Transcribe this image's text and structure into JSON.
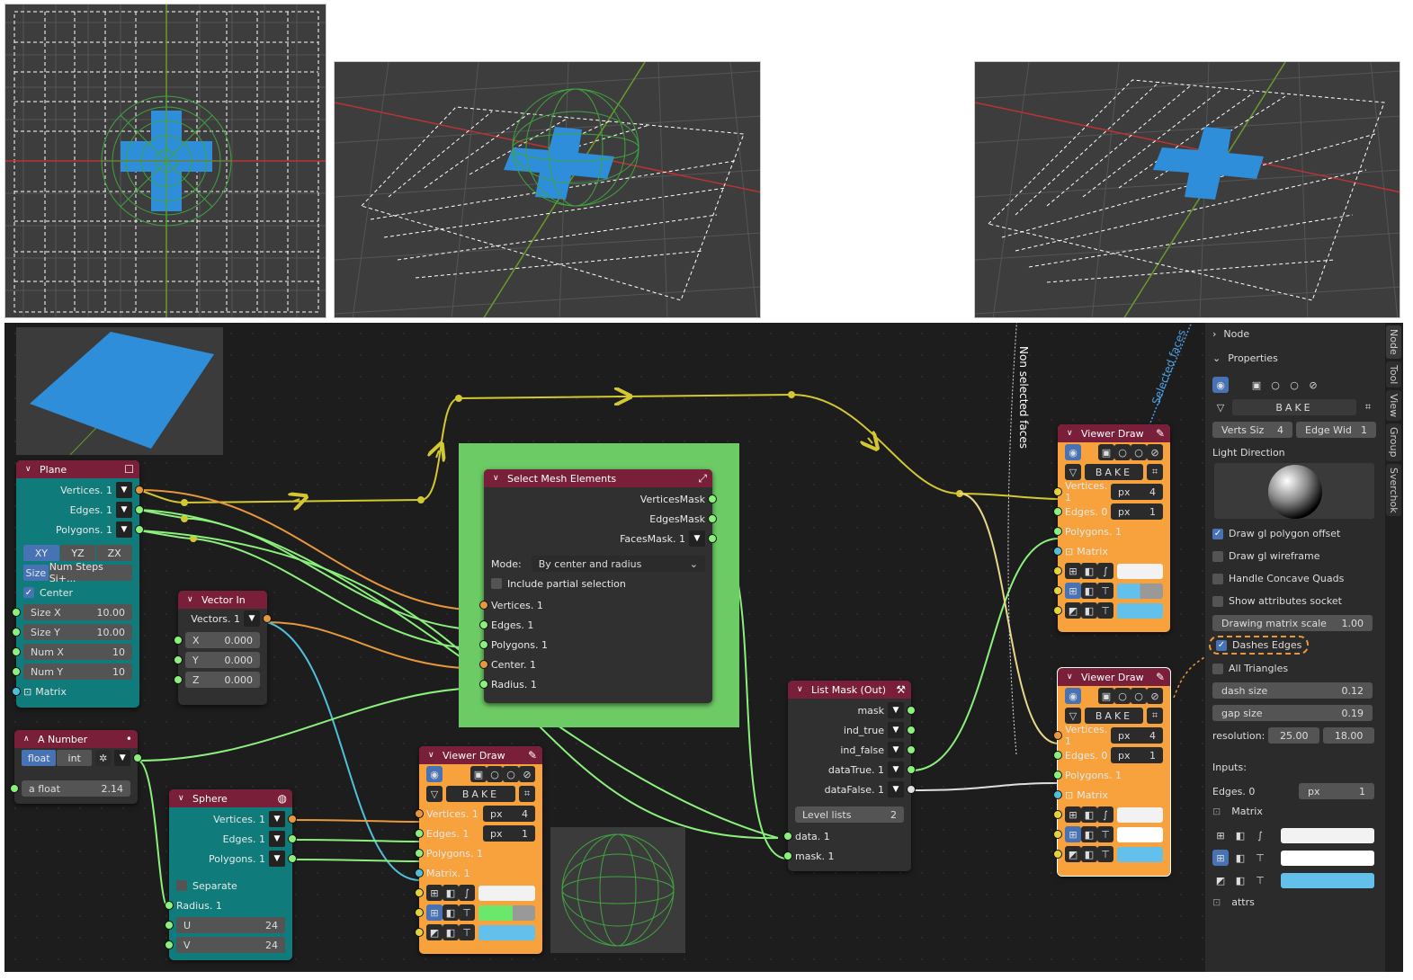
{
  "nodes": {
    "plane": {
      "title": "Plane",
      "outputs": [
        "Vertices. 1",
        "Edges. 1",
        "Polygons. 1"
      ],
      "axes": [
        "XY",
        "YZ",
        "ZX"
      ],
      "size_mode": "Size",
      "num_steps": "Num Steps Si+...",
      "center": "Center",
      "props": [
        {
          "label": "Size X",
          "value": "10.00"
        },
        {
          "label": "Size Y",
          "value": "10.00"
        },
        {
          "label": "Num X",
          "value": "10"
        },
        {
          "label": "Num Y",
          "value": "10"
        }
      ],
      "matrix": "Matrix"
    },
    "vector_in": {
      "title": "Vector In",
      "output": "Vectors. 1",
      "props": [
        {
          "label": "X",
          "value": "0.000"
        },
        {
          "label": "Y",
          "value": "0.000"
        },
        {
          "label": "Z",
          "value": "0.000"
        }
      ]
    },
    "a_number": {
      "title": "A Number",
      "modes": [
        "float",
        "int"
      ],
      "label": "a float",
      "value": "2.14"
    },
    "sphere": {
      "title": "Sphere",
      "outputs": [
        "Vertices. 1",
        "Edges. 1",
        "Polygons. 1"
      ],
      "separate": "Separate",
      "radius": "Radius. 1",
      "props": [
        {
          "label": "U",
          "value": "24"
        },
        {
          "label": "V",
          "value": "24"
        }
      ]
    },
    "select_mesh": {
      "title": "Select Mesh Elements",
      "outputs": [
        "VerticesMask",
        "EdgesMask",
        "FacesMask. 1"
      ],
      "mode_label": "Mode:",
      "mode_value": "By center and radius",
      "partial": "Include partial selection",
      "inputs": [
        "Vertices. 1",
        "Edges. 1",
        "Polygons. 1",
        "Center. 1",
        "Radius. 1"
      ]
    },
    "list_mask": {
      "title": "List Mask (Out)",
      "outputs": [
        "mask",
        "ind_true",
        "ind_false",
        "dataTrue. 1",
        "dataFalse. 1"
      ],
      "level_label": "Level lists",
      "level_value": "2",
      "inputs": [
        "data. 1",
        "mask. 1"
      ]
    },
    "viewer_bottom": {
      "title": "Viewer Draw",
      "bake": "BAKE",
      "inputs": [
        "Vertices. 1",
        "Edges. 1",
        "Polygons. 1",
        "Matrix. 1"
      ],
      "px_label": "px",
      "vert_px": "4",
      "edge_px": "1"
    },
    "viewer_top": {
      "title": "Viewer Draw",
      "bake": "BAKE",
      "inputs": [
        "Vertices. 1",
        "Edges. 0",
        "Polygons. 1",
        "Matrix"
      ],
      "px_label": "px",
      "vert_px": "4",
      "edge_px": "1"
    },
    "viewer_mid": {
      "title": "Viewer Draw",
      "bake": "BAKE",
      "inputs": [
        "Vertices. 1",
        "Edges. 0",
        "Polygons. 1",
        "Matrix"
      ],
      "px_label": "px",
      "vert_px": "4",
      "edge_px": "1"
    }
  },
  "panel": {
    "node_section": "Node",
    "properties_section": "Properties",
    "bake": "BAKE",
    "verts_size_label": "Verts Siz",
    "verts_size": "4",
    "edge_width_label": "Edge Wid",
    "edge_width": "1",
    "light_direction": "Light Direction",
    "checks": [
      {
        "label": "Draw gl polygon offset",
        "on": true
      },
      {
        "label": "Draw gl wireframe",
        "on": false
      },
      {
        "label": "Handle Concave Quads",
        "on": false
      },
      {
        "label": "Show attributes socket",
        "on": false
      }
    ],
    "matrix_scale_label": "Drawing matrix scale",
    "matrix_scale": "1.00",
    "dashes_edges": "Dashes Edges",
    "all_triangles": "All Triangles",
    "dash_size_label": "dash size",
    "dash_size": "0.12",
    "gap_size_label": "gap size",
    "gap_size": "0.19",
    "resolution_label": "resolution:",
    "resolution": [
      "25.00",
      "18.00"
    ],
    "inputs_label": "Inputs:",
    "edges_input": "Edges. 0",
    "px_label": "px",
    "edges_px": "1",
    "matrix": "Matrix",
    "attrs": "attrs"
  },
  "tabs": [
    "Node",
    "Tool",
    "View",
    "Group",
    "Sverchok"
  ],
  "annotations": {
    "non_selected": "Non selected faces",
    "selected": "Selected faces"
  },
  "colors": {
    "accent": "#4772b3",
    "viewer": "#f7a23c",
    "teal": "#0f7b7a",
    "selection_frame": "#6dcb65",
    "mesh": "#2e8ed9"
  }
}
